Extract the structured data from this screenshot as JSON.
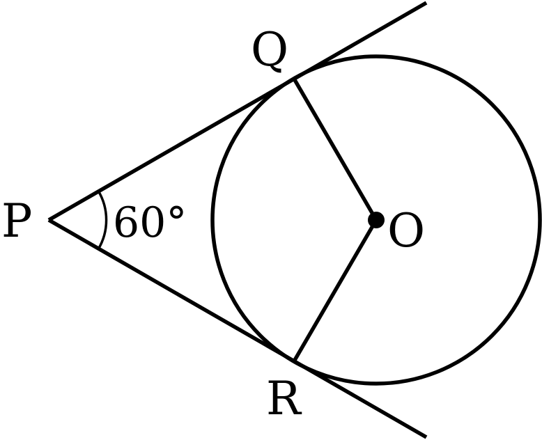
{
  "labels": {
    "P": "P",
    "Q": "Q",
    "R": "R",
    "O": "O",
    "angle": "60°"
  }
}
